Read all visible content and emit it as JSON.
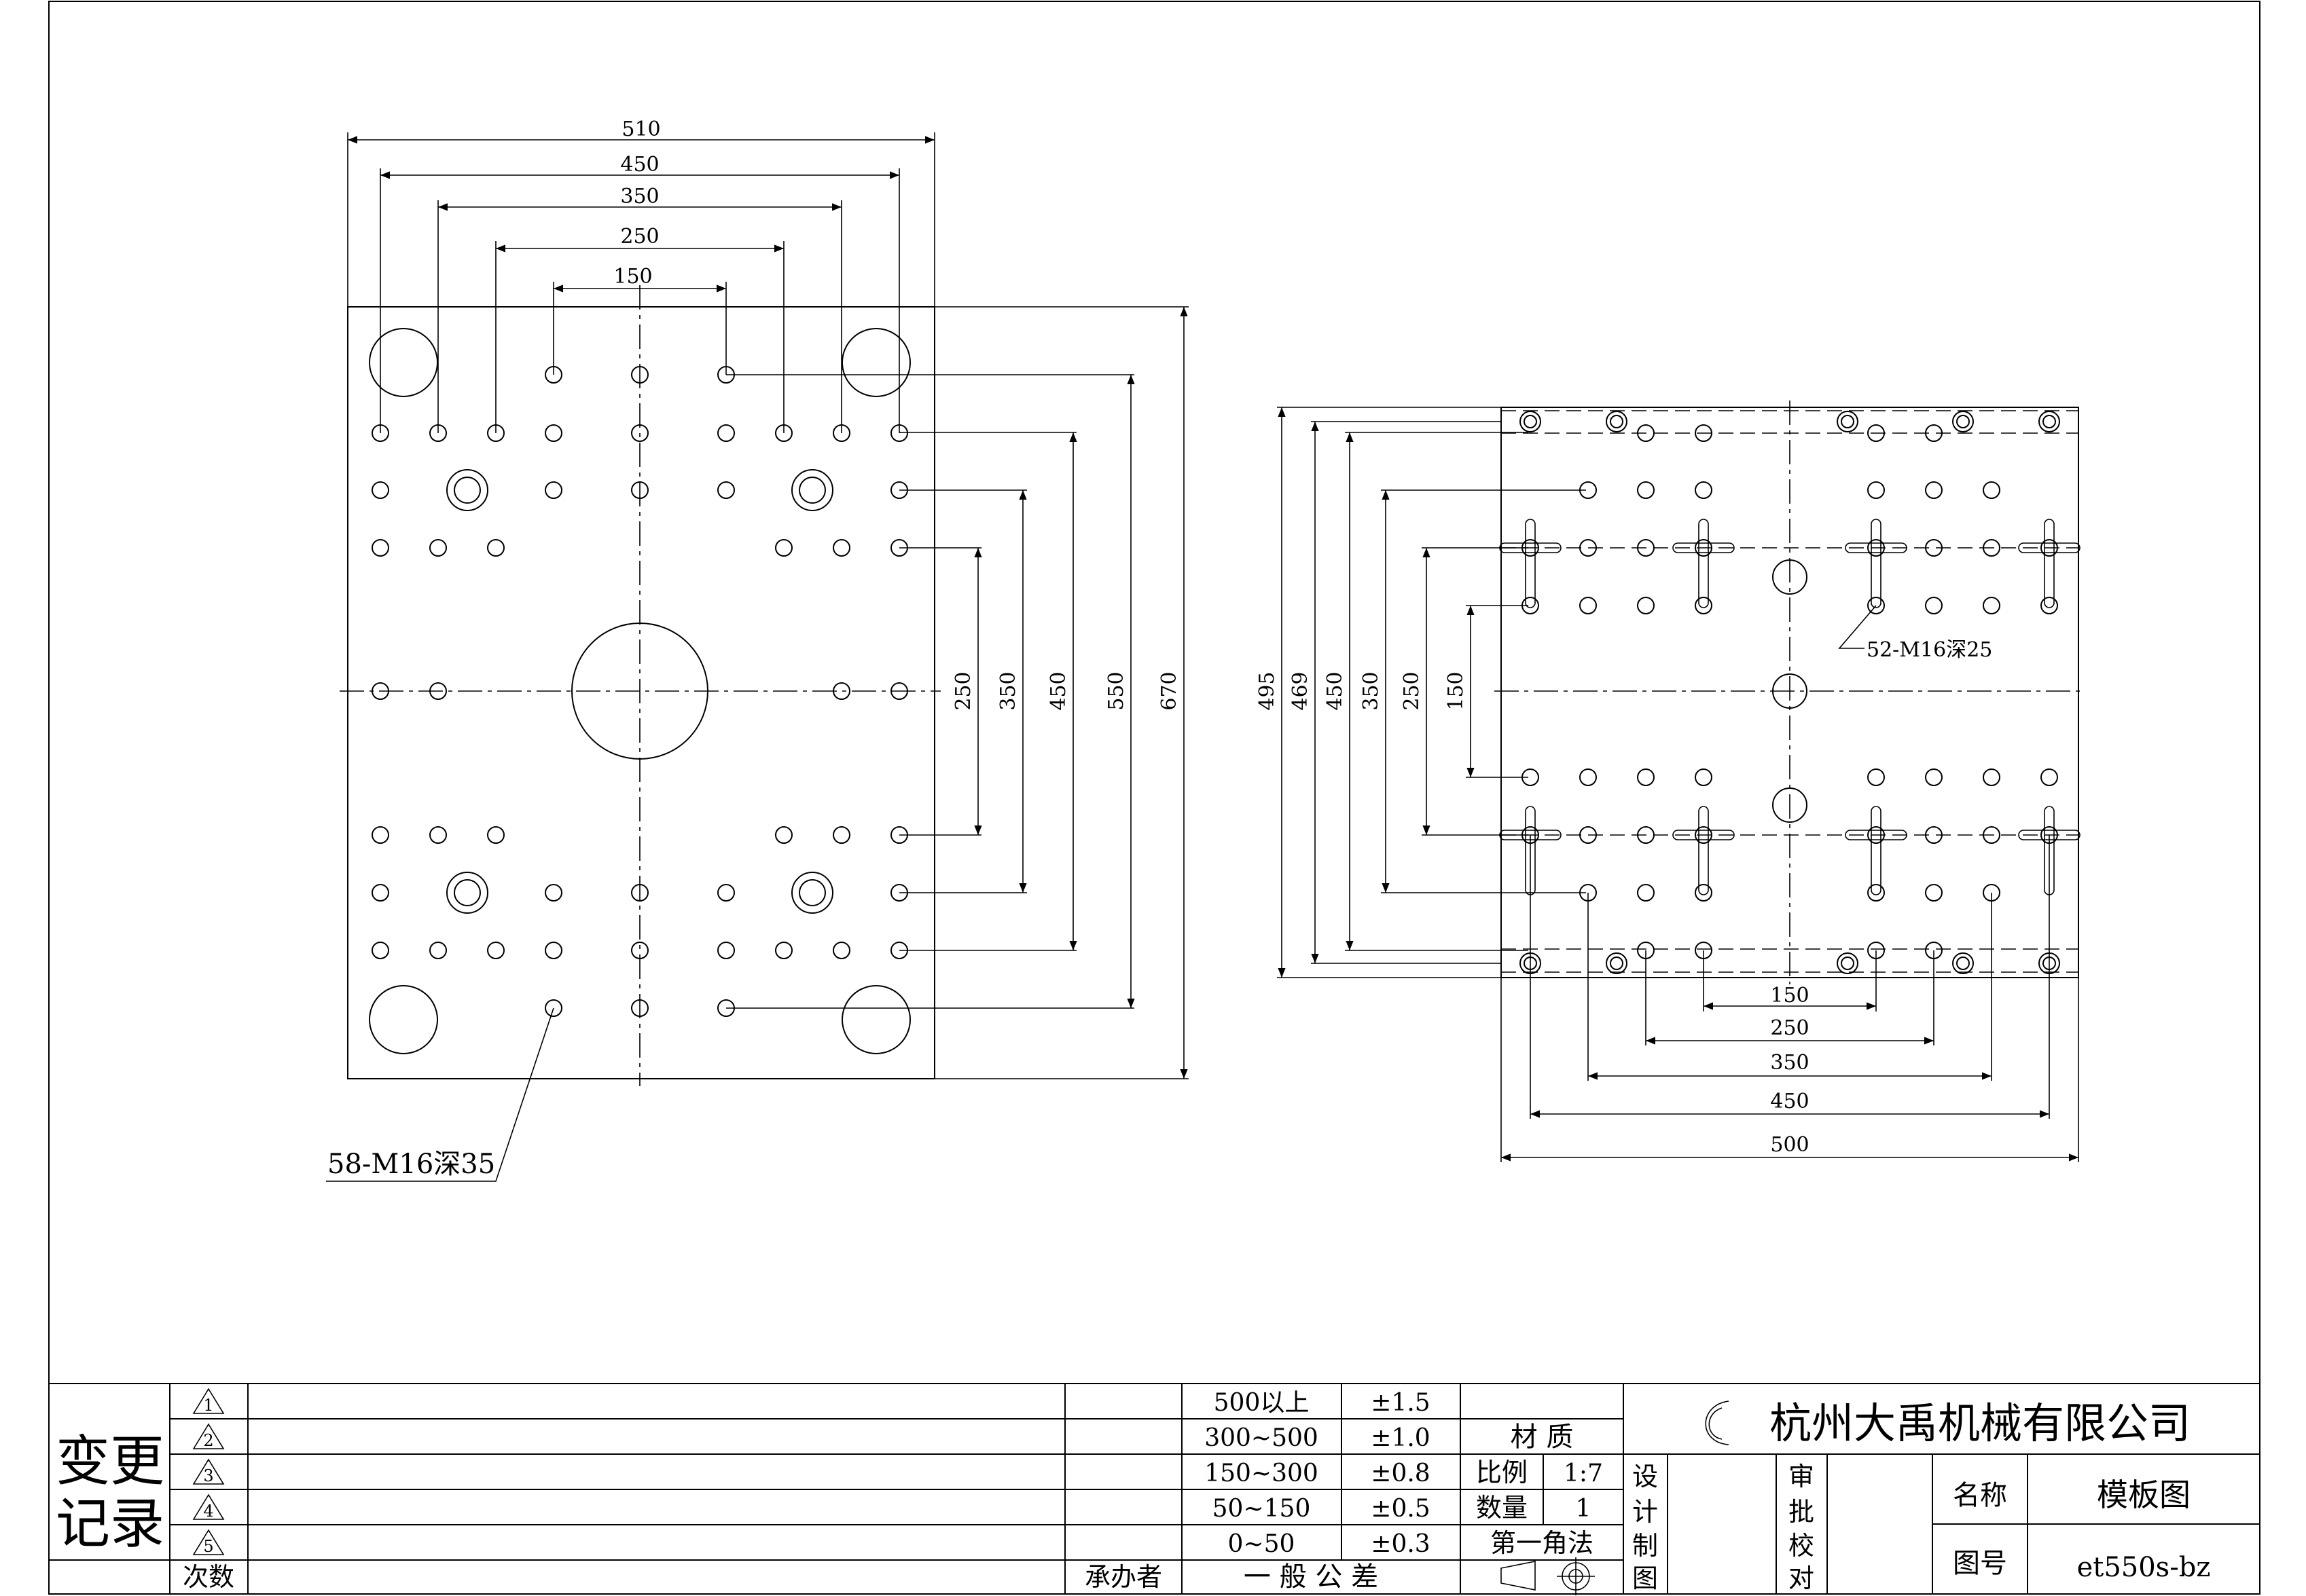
{
  "front_view": {
    "dims_horizontal": [
      "510",
      "450",
      "350",
      "250",
      "150"
    ],
    "dims_vertical": [
      "250",
      "350",
      "450",
      "550",
      "670"
    ],
    "hole_note": "58-M16深35"
  },
  "side_view": {
    "dims_vertical": [
      "495",
      "469",
      "450",
      "350",
      "250",
      "150"
    ],
    "dims_horizontal": [
      "150",
      "250",
      "350",
      "450",
      "500"
    ],
    "hole_note": "52-M16深25"
  },
  "title_block": {
    "change_record": [
      "变更",
      "记录"
    ],
    "revision_marks": [
      "1",
      "2",
      "3",
      "4",
      "5"
    ],
    "col_count": "次数",
    "col_handler": "承办者",
    "tolerance_ranges": [
      "500以上",
      "300~500",
      "150~300",
      "50~150",
      "0~50"
    ],
    "tolerance_values": [
      "±1.5",
      "±1.0",
      "±0.8",
      "±0.5",
      "±0.3"
    ],
    "general_tolerance": "一 般 公 差",
    "material_label": "材 质",
    "scale_label": "比例",
    "scale_value": "1:7",
    "quantity_label": "数量",
    "quantity_value": "1",
    "projection_label": "第一角法",
    "design_label": [
      "设",
      "计"
    ],
    "draw_label": [
      "制",
      "图"
    ],
    "review_label": [
      "审",
      "批"
    ],
    "check_label": [
      "校",
      "对"
    ],
    "company_name": "杭州大禹机械有限公司",
    "name_label": "名称",
    "name_value": "模板图",
    "drawing_no_label": "图号",
    "drawing_no_value": "et550s-bz"
  }
}
